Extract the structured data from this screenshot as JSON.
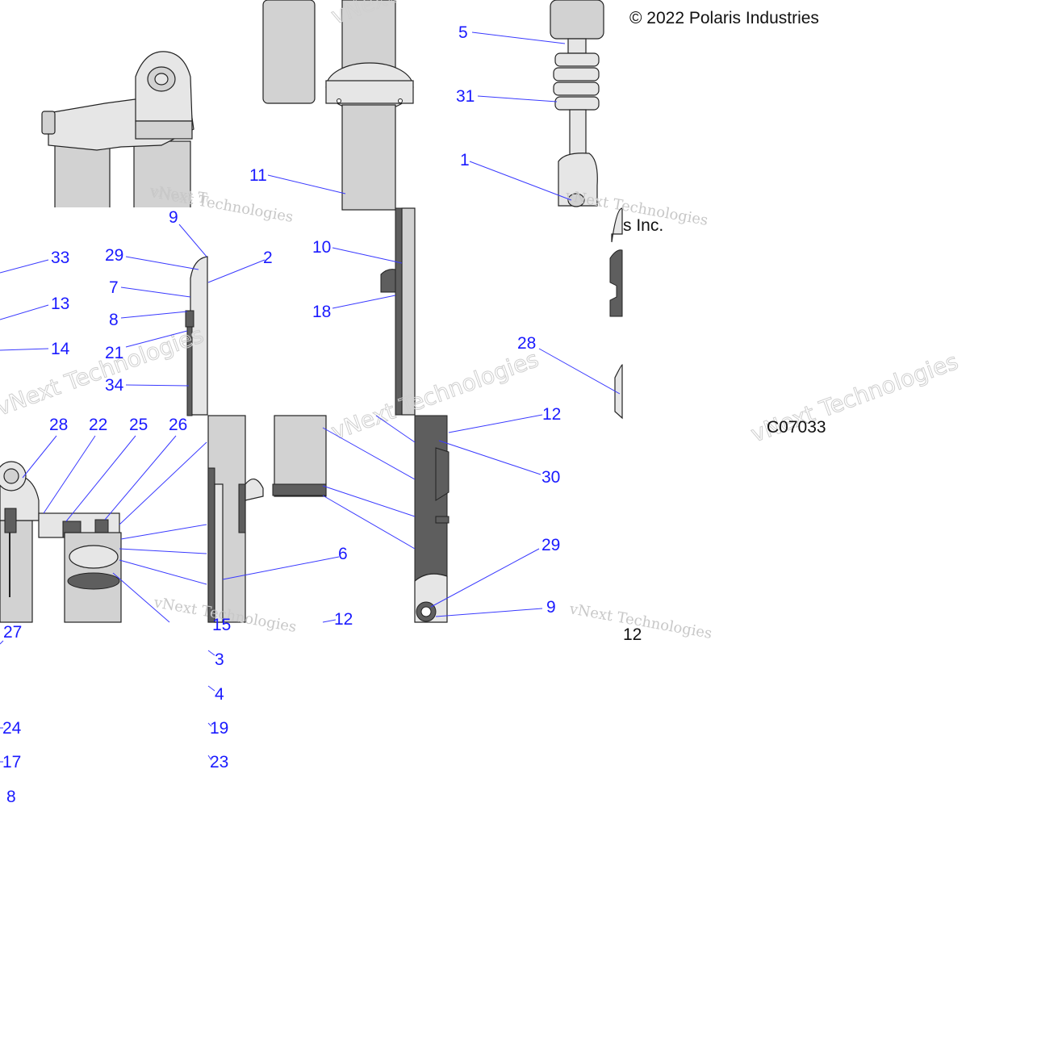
{
  "diagram": {
    "copyright": "© 2022 Polaris Industries",
    "copyright_tail": "s Inc.",
    "figure_code": "C07033",
    "watermark": "vNext Technologies",
    "callouts": [
      {
        "id": "c5",
        "label": "5"
      },
      {
        "id": "c31",
        "label": "31"
      },
      {
        "id": "c1",
        "label": "1"
      },
      {
        "id": "c11",
        "label": "11"
      },
      {
        "id": "c9a",
        "label": "9"
      },
      {
        "id": "c33",
        "label": "33"
      },
      {
        "id": "c29a",
        "label": "29"
      },
      {
        "id": "c2",
        "label": "2"
      },
      {
        "id": "c7",
        "label": "7"
      },
      {
        "id": "c13",
        "label": "13"
      },
      {
        "id": "c8a",
        "label": "8"
      },
      {
        "id": "c14",
        "label": "14"
      },
      {
        "id": "c21",
        "label": "21"
      },
      {
        "id": "c34",
        "label": "34"
      },
      {
        "id": "c10",
        "label": "10"
      },
      {
        "id": "c18",
        "label": "18"
      },
      {
        "id": "c28a",
        "label": "28"
      },
      {
        "id": "c28b",
        "label": "28"
      },
      {
        "id": "c22",
        "label": "22"
      },
      {
        "id": "c25",
        "label": "25"
      },
      {
        "id": "c26",
        "label": "26"
      },
      {
        "id": "c12a",
        "label": "12"
      },
      {
        "id": "c30",
        "label": "30"
      },
      {
        "id": "c6",
        "label": "6"
      },
      {
        "id": "c29b",
        "label": "29"
      },
      {
        "id": "c9b",
        "label": "9"
      },
      {
        "id": "c12b",
        "label": "12"
      },
      {
        "id": "c12c",
        "label": "12"
      },
      {
        "id": "c27",
        "label": "27"
      },
      {
        "id": "c15",
        "label": "15"
      },
      {
        "id": "c3",
        "label": "3"
      },
      {
        "id": "c4",
        "label": "4"
      },
      {
        "id": "c24",
        "label": "24"
      },
      {
        "id": "c19",
        "label": "19"
      },
      {
        "id": "c17",
        "label": "17"
      },
      {
        "id": "c23",
        "label": "23"
      },
      {
        "id": "c8b",
        "label": "8"
      }
    ]
  }
}
